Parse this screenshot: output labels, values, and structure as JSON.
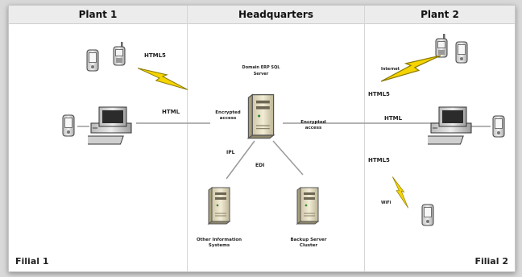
{
  "sections": {
    "left": {
      "title": "Plant 1",
      "footer": "Filial 1"
    },
    "middle": {
      "title": "Headquarters"
    },
    "right": {
      "title": "Plant 2",
      "footer": "Filial 2"
    }
  },
  "labels": {
    "html5_top_left": "HTML5",
    "html_left": "HTML",
    "server_title_line1": "Domain ERP SQL",
    "server_title_line2": "Server",
    "encrypted_left_line1": "Encrypted",
    "encrypted_left_line2": "access",
    "encrypted_right_line1": "Encrypted",
    "encrypted_right_line2": "access",
    "internet": "Internet",
    "html5_top_right": "HTML5",
    "html_right": "HTML",
    "html5_mid_right": "HTML5",
    "wifi": "WiFi",
    "ipl": "IPL",
    "edi": "EDI",
    "other_info_line1": "Other Information",
    "other_info_line2": "Systems",
    "backup_line1": "Backup Server",
    "backup_line2": "Cluster"
  },
  "colors": {
    "lightning": "#f5d400",
    "lightning_stroke": "#8a7a00",
    "server_body": "#e9e2c8",
    "computer_body": "#d4d4d4",
    "lines": "#9a9a9a"
  },
  "icons": {
    "phone": "mobile-phone-icon",
    "computer": "desktop-computer-icon",
    "server": "server-tower-icon",
    "wireless": "lightning-bolt-icon"
  }
}
